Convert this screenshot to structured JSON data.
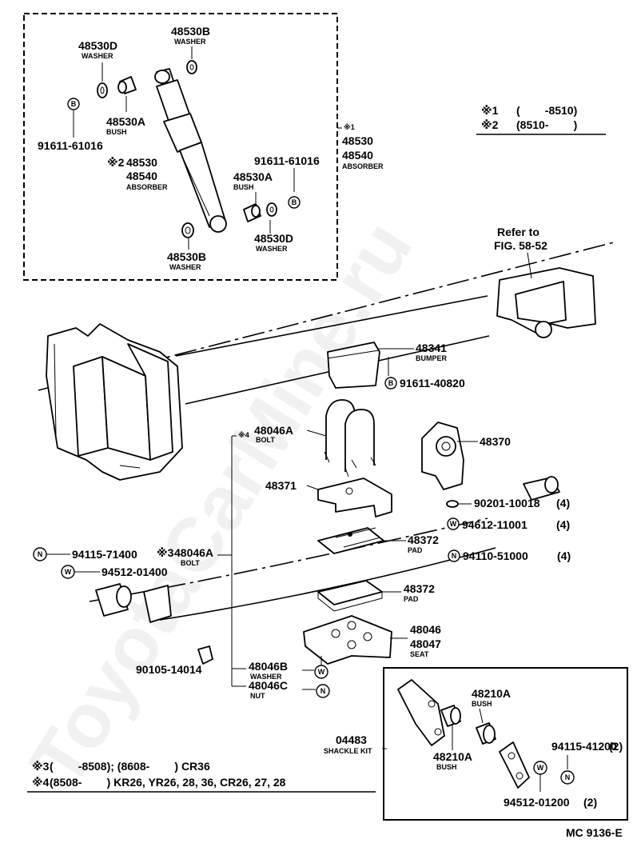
{
  "legend_top": {
    "row1": {
      "mark": "※1",
      "range": "(        -8510)"
    },
    "row2": {
      "mark": "※2",
      "range": "(8510-        )"
    }
  },
  "inset_absorber": {
    "p48530D_top": {
      "pn": "48530D",
      "name": "WASHER"
    },
    "p48530B_top": {
      "pn": "48530B",
      "name": "WASHER"
    },
    "p48530A_left": {
      "pn": "48530A",
      "name": "BUSH"
    },
    "bolt_left": {
      "circle": "B",
      "pn": "91611-61016"
    },
    "absorber_2": {
      "mark": "※2",
      "pn1": "48530",
      "pn2": "48540",
      "name": "ABSORBER"
    },
    "absorber_1": {
      "mark": "※1",
      "pn1": "48530",
      "pn2": "48540",
      "name": "ABSORBER"
    },
    "bolt_right": {
      "pn": "91611-61016",
      "circle": "B"
    },
    "p48530A_right": {
      "pn": "48530A",
      "name": "BUSH"
    },
    "p48530D_bottom": {
      "pn": "48530D",
      "name": "WASHER"
    },
    "p48530B_bottom": {
      "pn": "48530B",
      "name": "WASHER"
    }
  },
  "refer": {
    "line1": "Refer to",
    "line2": "FIG. 58-52"
  },
  "bumper": {
    "pn": "48341",
    "name": "BUMPER"
  },
  "bumper_bolt": {
    "circle": "B",
    "pn": "91611-40820"
  },
  "ubolt_4": {
    "mark": "※4",
    "pn": "48046A",
    "name": "BOLT"
  },
  "p48370": {
    "pn": "48370"
  },
  "p48371": {
    "pn": "48371"
  },
  "p90201": {
    "pn": "90201-10018",
    "qty": "(4)"
  },
  "p94612": {
    "circle": "W",
    "pn": "94612-11001",
    "qty": "(4)"
  },
  "pad_top": {
    "pn": "48372",
    "name": "PAD"
  },
  "p94110": {
    "circle": "N",
    "pn": "94110-51000",
    "qty": "(4)"
  },
  "p94115_left": {
    "circle": "N",
    "pn": "94115-71400"
  },
  "ubolt_3": {
    "mark": "※3",
    "pn": "48046A",
    "name": "BOLT"
  },
  "p94512_left": {
    "circle": "W",
    "pn": "94512-01400"
  },
  "pad_bottom": {
    "pn": "48372",
    "name": "PAD"
  },
  "seat": {
    "pn1": "48046",
    "pn2": "48047",
    "name": "SEAT"
  },
  "p90105": {
    "pn": "90105-14014"
  },
  "washer_b": {
    "pn": "48046B",
    "name": "WASHER",
    "circle": "W"
  },
  "nut_c": {
    "pn": "48046C",
    "name": "NUT",
    "circle": "N"
  },
  "shackle_kit": {
    "pn": "04483",
    "name": "SHACKLE KIT"
  },
  "bush_top": {
    "pn": "48210A",
    "name": "BUSH"
  },
  "bush_bottom": {
    "pn": "48210A",
    "name": "BUSH"
  },
  "p94115_right": {
    "pn": "94115-41200",
    "qty": "(2)",
    "circle": "N"
  },
  "p94512_right": {
    "circle": "W",
    "pn": "94512-01200",
    "qty": "(2)"
  },
  "legend_bottom": {
    "row3": {
      "mark": "※3",
      "text": "(        -8508); (8608-        ) CR36"
    },
    "row4": {
      "mark": "※4",
      "text": "(8508-        ) KR26, YR26, 28, 36, CR26, 27, 28"
    }
  },
  "figure_code": "MC 9136-E",
  "watermark": "ToyotaCarMine.ru"
}
